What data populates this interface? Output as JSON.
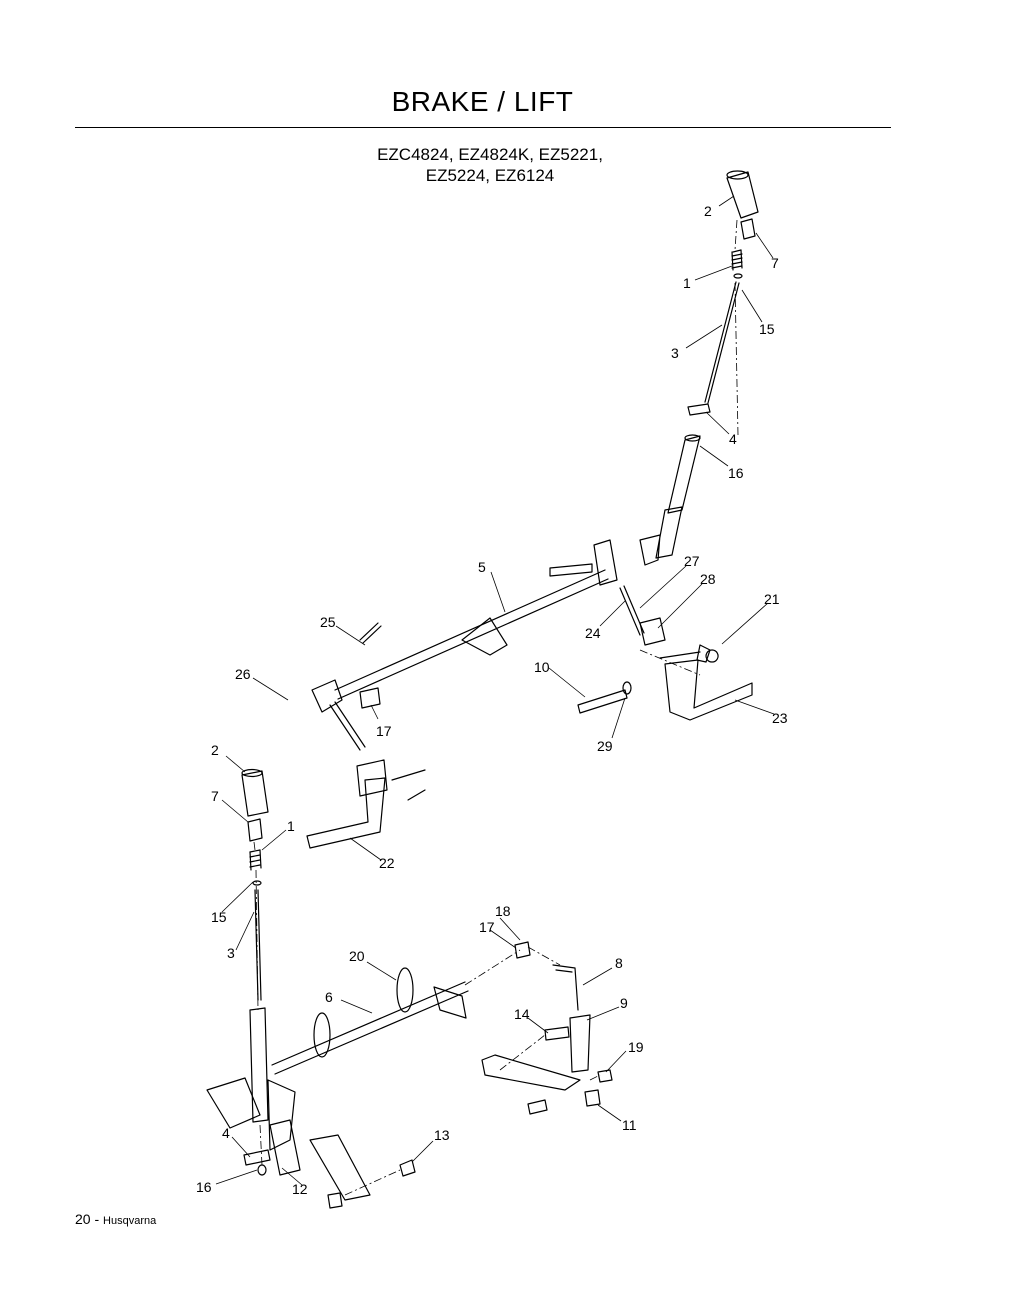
{
  "page": {
    "title": "BRAKE / LIFT",
    "models_line1": "EZC4824, EZ4824K, EZ5221,",
    "models_line2": "EZ5224, EZ6124",
    "page_number": "20",
    "footer_separator": " - ",
    "brand": "Husqvarna"
  },
  "callouts": {
    "c1": "1",
    "c2": "2",
    "c3": "3",
    "c4": "4",
    "c5": "5",
    "c6": "6",
    "c7": "7",
    "c8": "8",
    "c9": "9",
    "c10": "10",
    "c11": "11",
    "c12": "12",
    "c13": "13",
    "c14": "14",
    "c15": "15",
    "c16": "16",
    "c17": "17",
    "c18": "18",
    "c19": "19",
    "c20": "20",
    "c21": "21",
    "c22": "22",
    "c23": "23",
    "c24": "24",
    "c25": "25",
    "c26": "26",
    "c27": "27",
    "c28": "28",
    "c29": "29"
  }
}
